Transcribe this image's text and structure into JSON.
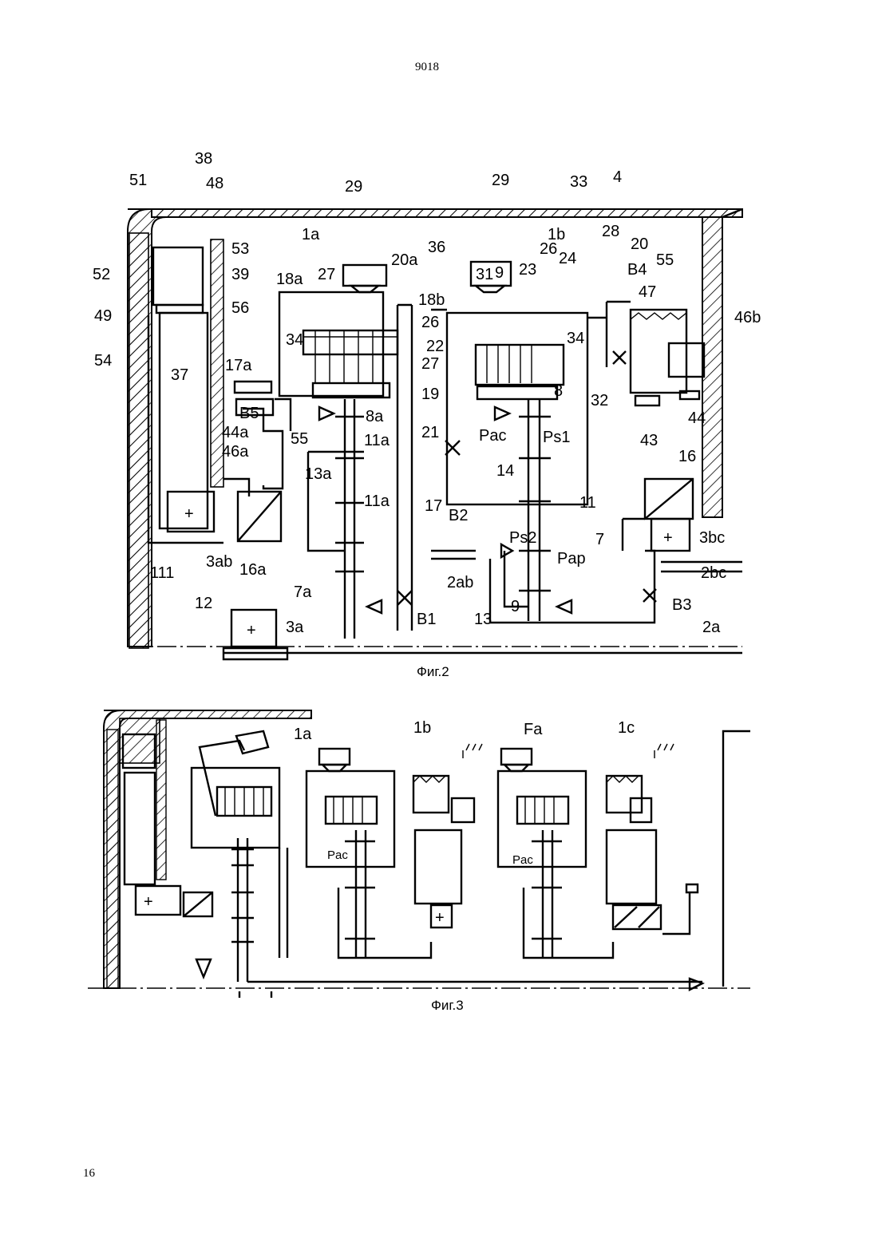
{
  "page": {
    "number": "9018",
    "footer": "16"
  },
  "fig2": {
    "caption": "Фиг.2",
    "labels": [
      {
        "key": "l38",
        "text": "38"
      },
      {
        "key": "l51",
        "text": "51"
      },
      {
        "key": "l48",
        "text": "48"
      },
      {
        "key": "l29a",
        "text": "29"
      },
      {
        "key": "l29b",
        "text": "29"
      },
      {
        "key": "l33",
        "text": "33"
      },
      {
        "key": "l4",
        "text": "4"
      },
      {
        "key": "l1a",
        "text": "1a"
      },
      {
        "key": "l1b",
        "text": "1b"
      },
      {
        "key": "l28",
        "text": "28"
      },
      {
        "key": "l20",
        "text": "20"
      },
      {
        "key": "l52",
        "text": "52"
      },
      {
        "key": "l53",
        "text": "53"
      },
      {
        "key": "l39",
        "text": "39"
      },
      {
        "key": "l18a",
        "text": "18a"
      },
      {
        "key": "l27a",
        "text": "27"
      },
      {
        "key": "l20a",
        "text": "20a"
      },
      {
        "key": "l36",
        "text": "36"
      },
      {
        "key": "l31",
        "text": "31"
      },
      {
        "key": "l9top",
        "text": "9"
      },
      {
        "key": "l23",
        "text": "23"
      },
      {
        "key": "l26a",
        "text": "26"
      },
      {
        "key": "l24",
        "text": "24"
      },
      {
        "key": "lB4",
        "text": "B4"
      },
      {
        "key": "l55a",
        "text": "55"
      },
      {
        "key": "l49",
        "text": "49"
      },
      {
        "key": "l56",
        "text": "56"
      },
      {
        "key": "l18b",
        "text": "18b"
      },
      {
        "key": "l26b",
        "text": "26"
      },
      {
        "key": "l47",
        "text": "47"
      },
      {
        "key": "l46b",
        "text": "46b"
      },
      {
        "key": "l54",
        "text": "54"
      },
      {
        "key": "l17a",
        "text": "17a"
      },
      {
        "key": "l34a",
        "text": "34"
      },
      {
        "key": "l22",
        "text": "22"
      },
      {
        "key": "l34b",
        "text": "34"
      },
      {
        "key": "l37",
        "text": "37"
      },
      {
        "key": "l27b",
        "text": "27"
      },
      {
        "key": "l19",
        "text": "19"
      },
      {
        "key": "l8",
        "text": "8"
      },
      {
        "key": "l32",
        "text": "32"
      },
      {
        "key": "lB5",
        "text": "B5"
      },
      {
        "key": "l8a",
        "text": "8a"
      },
      {
        "key": "l44a",
        "text": "44a"
      },
      {
        "key": "l55b",
        "text": "55"
      },
      {
        "key": "l11a1",
        "text": "11a"
      },
      {
        "key": "l21",
        "text": "21"
      },
      {
        "key": "lPac",
        "text": "Pac"
      },
      {
        "key": "lPs1",
        "text": "Ps1"
      },
      {
        "key": "l44",
        "text": "44"
      },
      {
        "key": "l46a",
        "text": "46a"
      },
      {
        "key": "l43",
        "text": "43"
      },
      {
        "key": "l16",
        "text": "16"
      },
      {
        "key": "l13a",
        "text": "13a"
      },
      {
        "key": "l14",
        "text": "14"
      },
      {
        "key": "l11a2",
        "text": "11a"
      },
      {
        "key": "l11",
        "text": "11"
      },
      {
        "key": "lB2",
        "text": "B2"
      },
      {
        "key": "l17",
        "text": "17"
      },
      {
        "key": "l7",
        "text": "7"
      },
      {
        "key": "l3bc",
        "text": "3bc"
      },
      {
        "key": "lPs2",
        "text": "Ps2"
      },
      {
        "key": "l3ab",
        "text": "3ab"
      },
      {
        "key": "l16a",
        "text": "16a"
      },
      {
        "key": "l111",
        "text": "111"
      },
      {
        "key": "l2ab",
        "text": "2ab"
      },
      {
        "key": "lPap",
        "text": "Pap"
      },
      {
        "key": "l2bc",
        "text": "2bc"
      },
      {
        "key": "l7a",
        "text": "7a"
      },
      {
        "key": "l12",
        "text": "12"
      },
      {
        "key": "l9",
        "text": "9"
      },
      {
        "key": "lB3",
        "text": "B3"
      },
      {
        "key": "l3a",
        "text": "3a"
      },
      {
        "key": "lB1",
        "text": "B1"
      },
      {
        "key": "l13",
        "text": "13"
      },
      {
        "key": "l2a",
        "text": "2a"
      }
    ]
  },
  "fig3": {
    "caption": "Фиг.3",
    "labels": [
      {
        "key": "f1a",
        "text": "1a"
      },
      {
        "key": "f1b",
        "text": "1b"
      },
      {
        "key": "fFa",
        "text": "Fa"
      },
      {
        "key": "f1c",
        "text": "1c"
      },
      {
        "key": "fPac1",
        "text": "Pac"
      },
      {
        "key": "fPac2",
        "text": "Pac"
      }
    ]
  }
}
